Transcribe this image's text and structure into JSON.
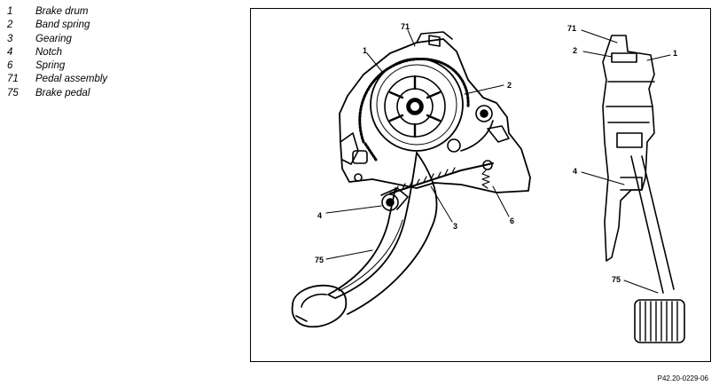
{
  "legend": [
    {
      "num": "1",
      "label": "Brake drum"
    },
    {
      "num": "2",
      "label": "Band spring"
    },
    {
      "num": "3",
      "label": "Gearing"
    },
    {
      "num": "4",
      "label": "Notch"
    },
    {
      "num": "6",
      "label": "Spring"
    },
    {
      "num": "71",
      "label": "Pedal assembly"
    },
    {
      "num": "75",
      "label": "Brake pedal"
    }
  ],
  "callouts": {
    "left_71": "71",
    "left_1": "1",
    "left_2": "2",
    "left_4": "4",
    "left_3": "3",
    "left_6": "6",
    "left_75": "75",
    "right_71": "71",
    "right_2": "2",
    "right_1": "1",
    "right_4": "4",
    "right_75": "75"
  },
  "figure_ref": "P42.20-0229-06"
}
